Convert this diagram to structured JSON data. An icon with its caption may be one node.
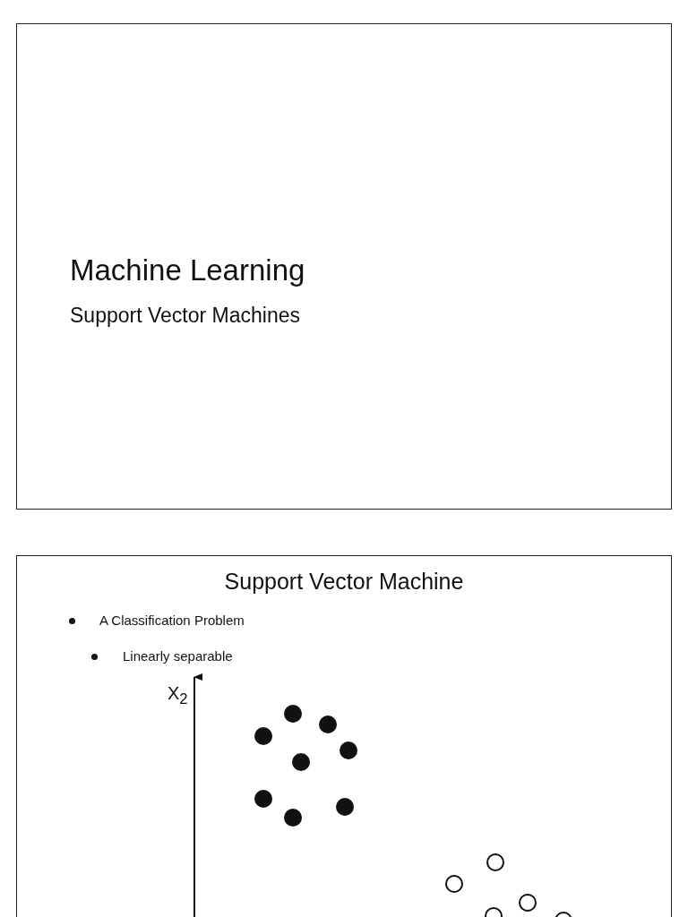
{
  "diagram": {
    "nodes": [
      {
        "text": [
          "Machine Learning",
          "Support Vector Machines"
        ]
      },
      {
        "text": [
          "Support Vector Machine",
          "A Classification Problem",
          "Linearly separable"
        ]
      }
    ],
    "labels": [
      "X$_{2}$"
    ]
  }
}
